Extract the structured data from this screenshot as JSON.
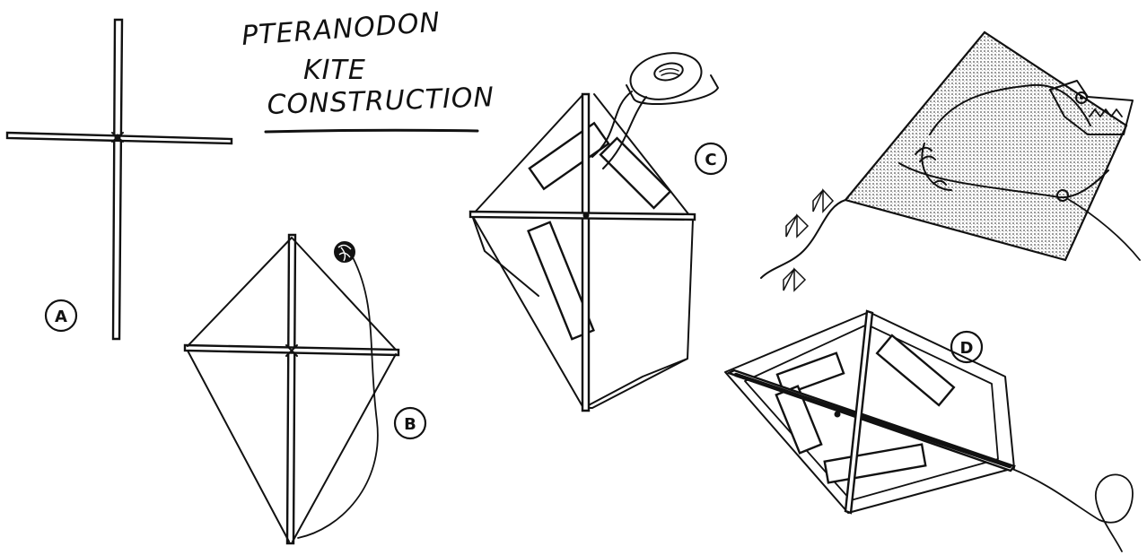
{
  "title": {
    "line1": "PTERANODON",
    "line2": "KITE",
    "line3": "CONSTRUCTION"
  },
  "steps": {
    "a": "A",
    "b": "B",
    "c": "C",
    "d": "D"
  },
  "colors": {
    "ink": "#111111",
    "paper": "#ffffff",
    "sail_shade": "#d4d4d4"
  }
}
